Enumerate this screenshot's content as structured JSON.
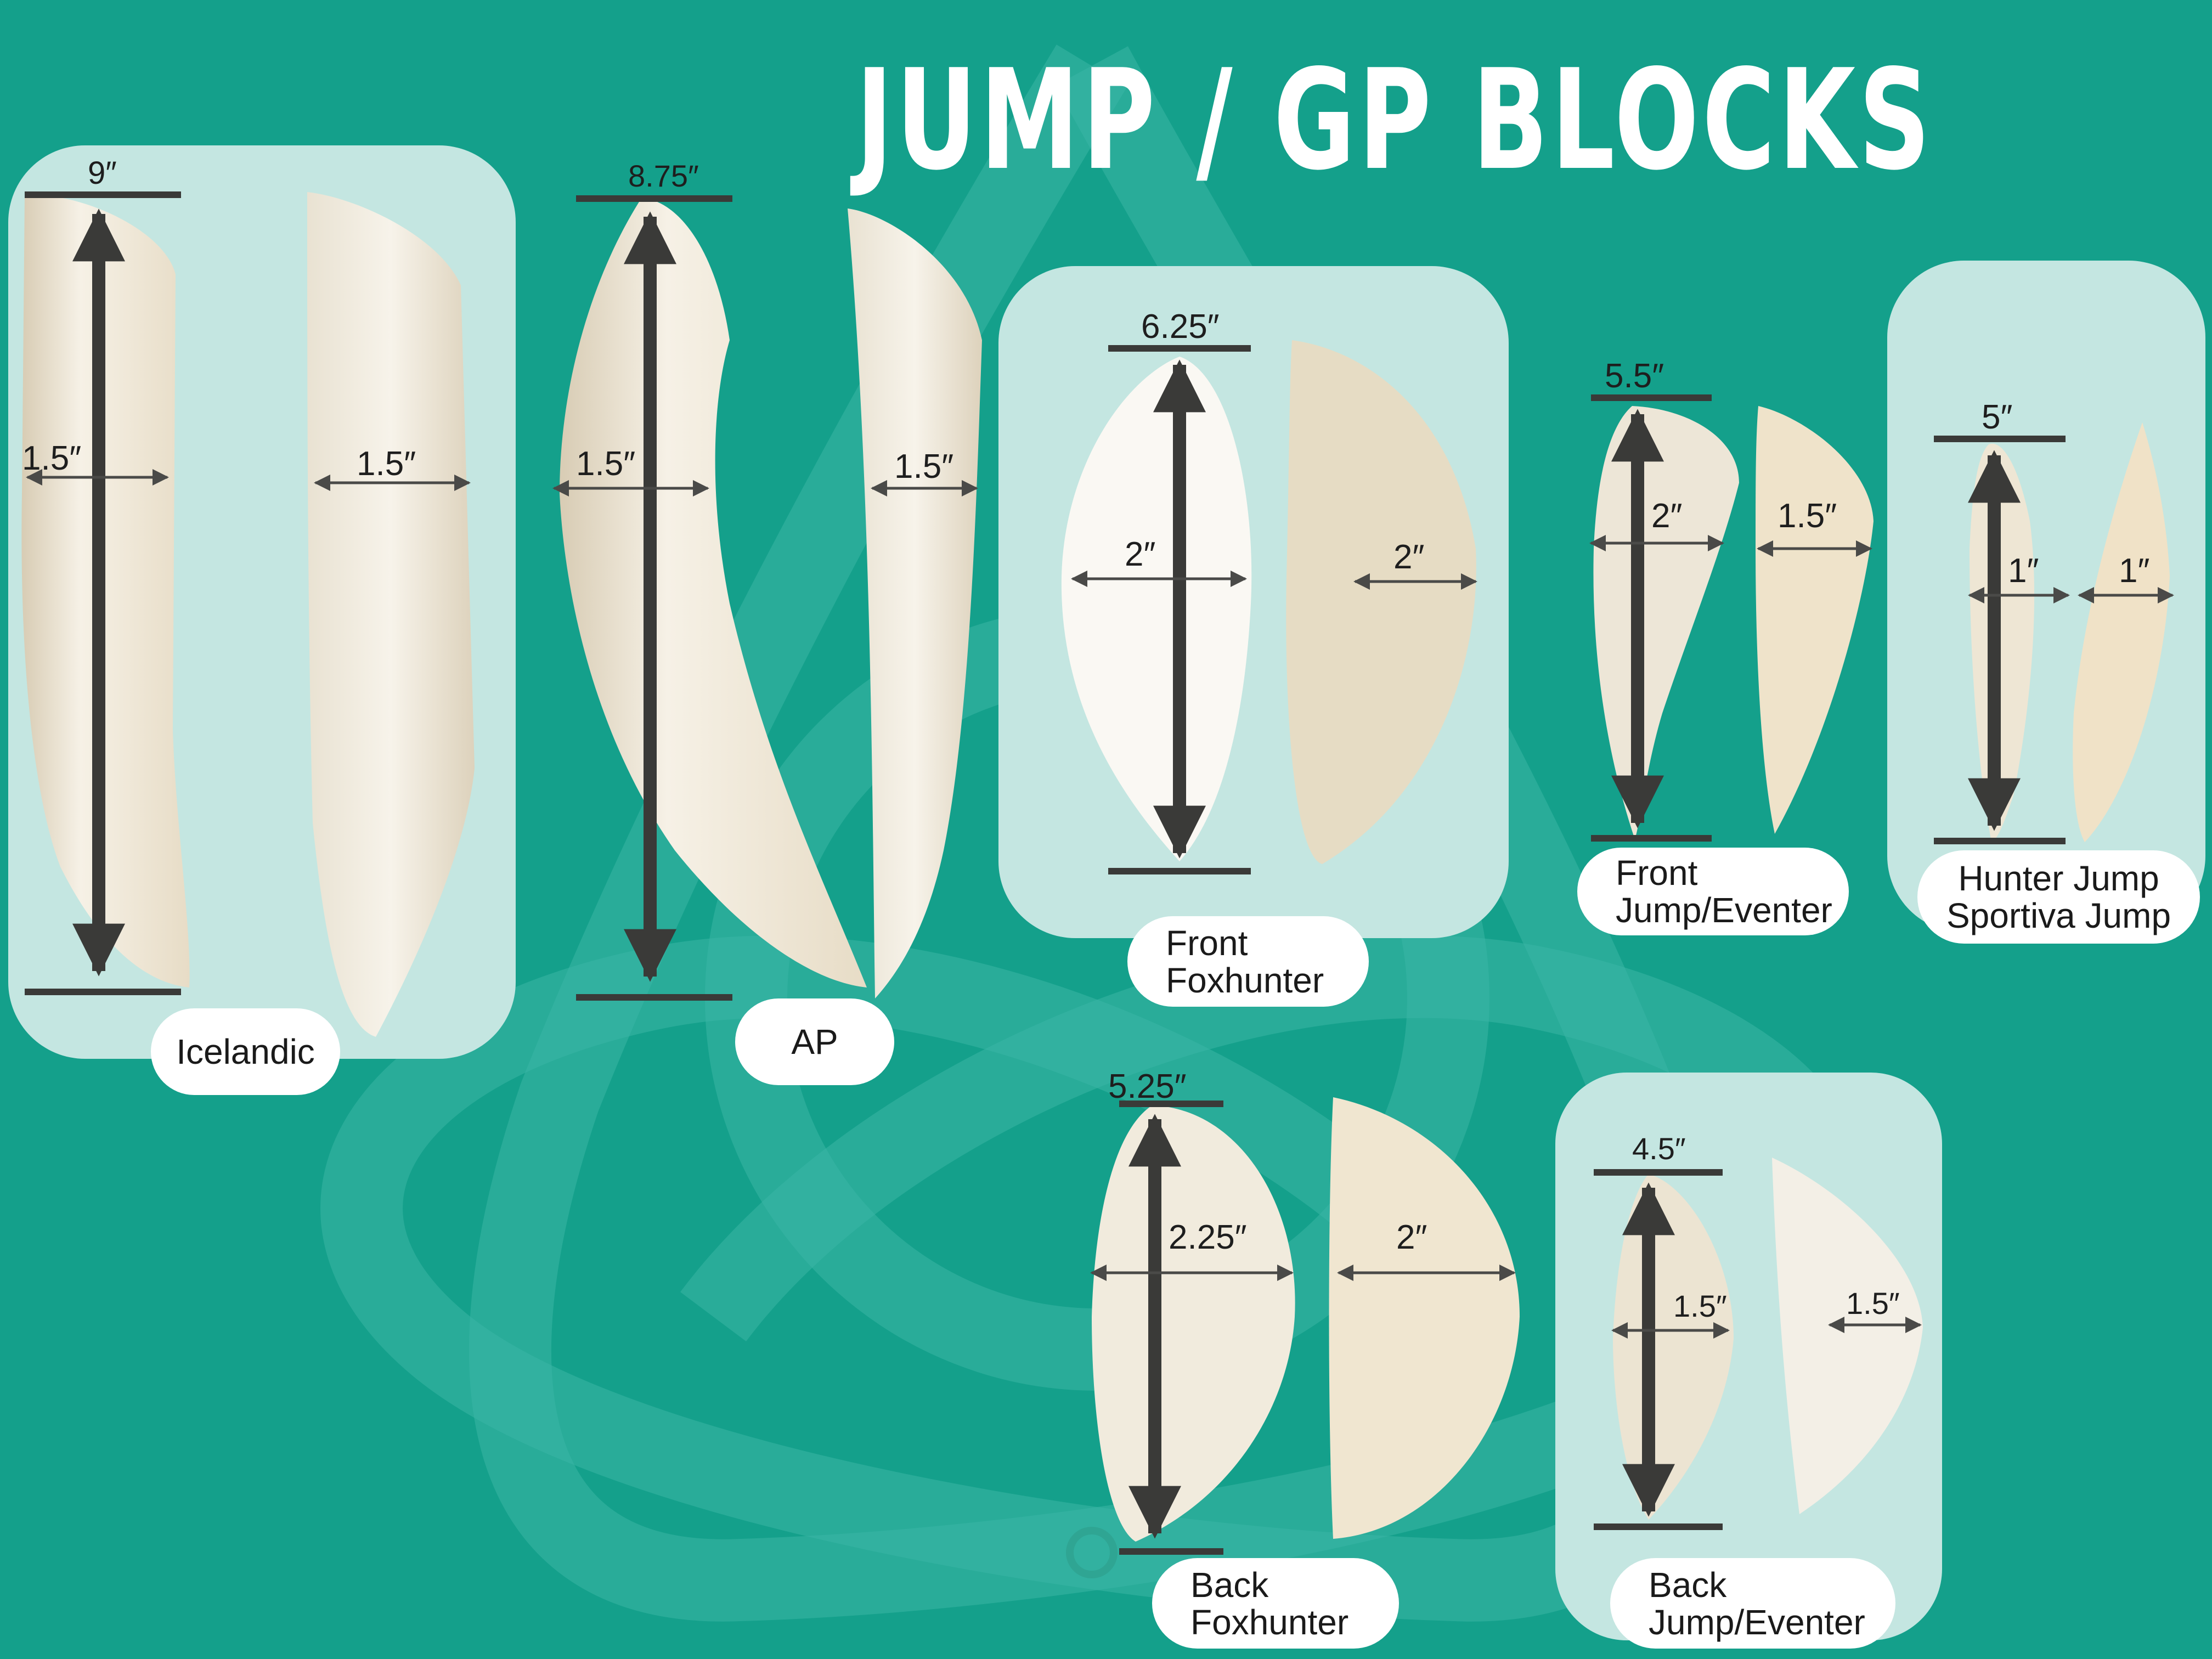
{
  "title": "JUMP / GP BLOCKS",
  "colors": {
    "background": "#14a08b",
    "panel": "#c4e6e1",
    "block": "#efe7d6",
    "arrow": "#3a3a38",
    "label_bg": "#ffffff",
    "title": "#ffffff"
  },
  "blocks": [
    {
      "id": "icelandic",
      "label_lines": [
        "Icelandic"
      ],
      "length": "9″",
      "width_front": "1.5″",
      "width_side": "1.5″"
    },
    {
      "id": "ap",
      "label_lines": [
        "AP"
      ],
      "length": "8.75″",
      "width_front": "1.5″",
      "width_side": "1.5″"
    },
    {
      "id": "front-foxhunter",
      "label_lines": [
        "Front",
        "Foxhunter"
      ],
      "length": "6.25″",
      "width_front": "2″",
      "width_side": "2″"
    },
    {
      "id": "front-jump-eventer",
      "label_lines": [
        "Front",
        "Jump/Eventer"
      ],
      "length": "5.5″",
      "width_front": "2″",
      "width_side": "1.5″"
    },
    {
      "id": "hunter-sportiva-jump",
      "label_lines": [
        "Hunter Jump",
        "Sportiva Jump"
      ],
      "length": "5″",
      "width_front": "1″",
      "width_side": "1″"
    },
    {
      "id": "back-foxhunter",
      "label_lines": [
        "Back",
        "Foxhunter"
      ],
      "length": "5.25″",
      "width_front": "2.25″",
      "width_side": "2″"
    },
    {
      "id": "back-jump-eventer",
      "label_lines": [
        "Back",
        "Jump/Eventer"
      ],
      "length": "4.5″",
      "width_front": "1.5″",
      "width_side": "1.5″"
    }
  ]
}
